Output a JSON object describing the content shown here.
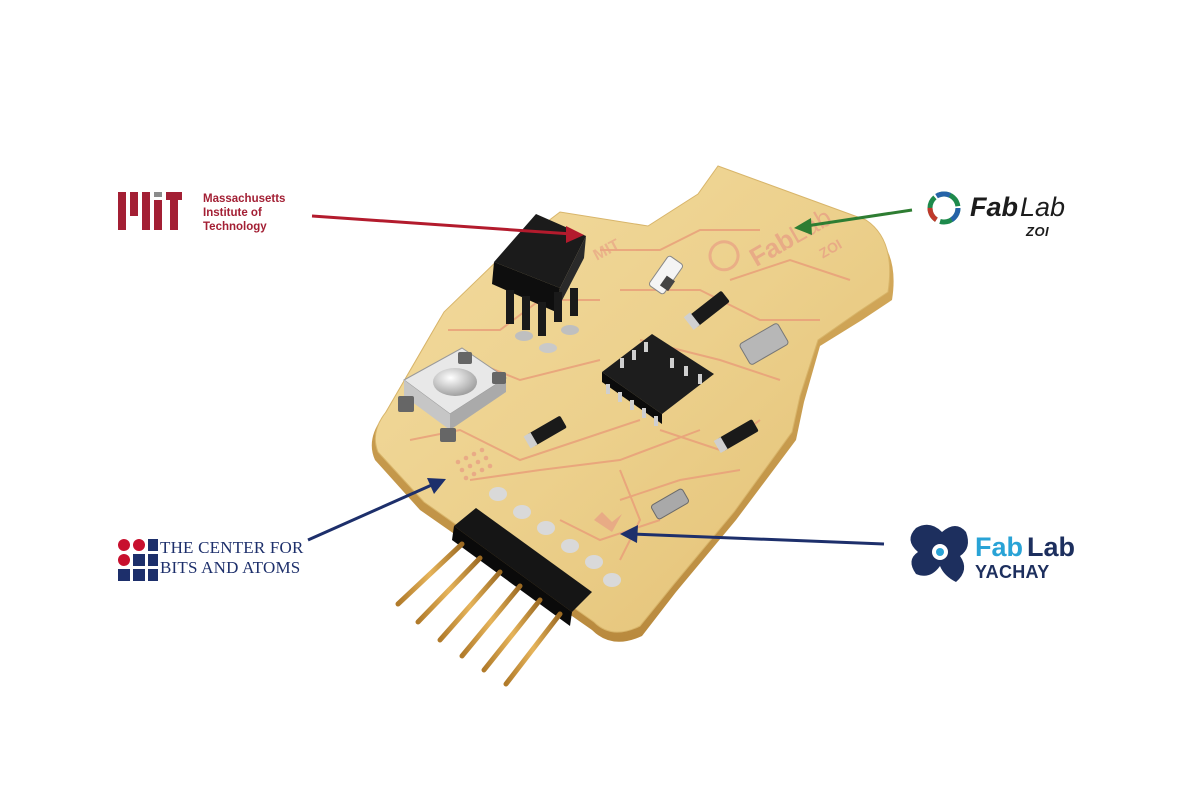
{
  "logos": {
    "mit": {
      "line1": "Massachusetts",
      "line2": "Institute of",
      "line3": "Technology",
      "color": "#a31f34"
    },
    "fablab_zoi": {
      "fab": "Fab",
      "lab": "Lab",
      "sub": "ZOI",
      "icon": "fablab-three-arm-icon"
    },
    "cba": {
      "line1": "The Center for",
      "line2": "Bits and Atoms",
      "color": "#1d2f6b"
    },
    "fablab_yachay": {
      "fab": "Fab",
      "lab": "Lab",
      "sub": "YACHAY",
      "accent": "#29a3d6",
      "dark": "#1d2f5e"
    }
  },
  "board_silkscreen": {
    "fab": "Fab",
    "lab": "Lab",
    "sub": "ZOI",
    "mit_mark": "MIT"
  },
  "arrows": {
    "mit_color": "#b31b2d",
    "zoi_color": "#2e7d32",
    "cba_color": "#1d2f6b",
    "yachay_color": "#1d2f6b"
  }
}
